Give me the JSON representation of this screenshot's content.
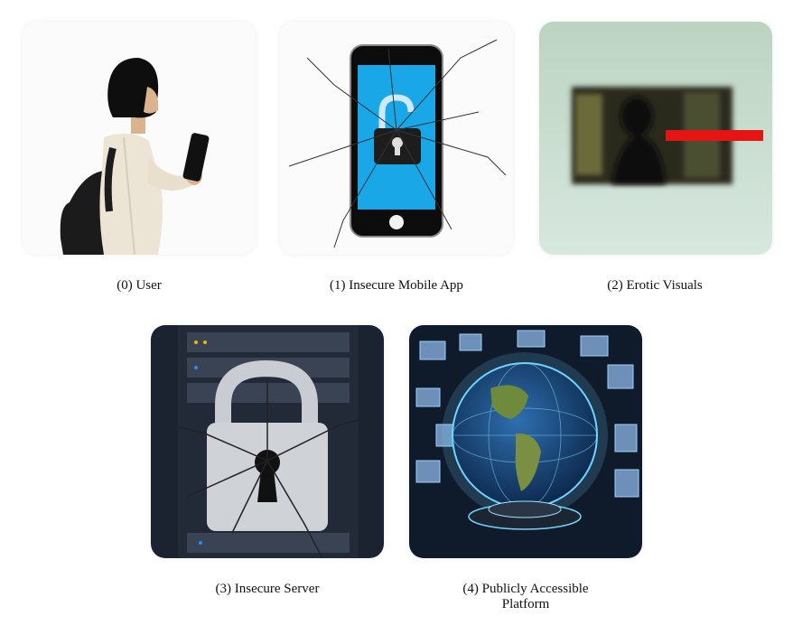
{
  "panels": [
    {
      "caption": "(0) User",
      "icon": "person-with-phone"
    },
    {
      "caption": "(1) Insecure Mobile App",
      "icon": "cracked-phone-unlocked-padlock"
    },
    {
      "caption": "(2) Erotic Visuals",
      "icon": "blurred-censored-image"
    },
    {
      "caption": "(3) Insecure Server",
      "icon": "server-rack-broken-padlock"
    },
    {
      "caption": "(4) Publicly Accessible Platform",
      "icon": "holographic-globe-screens"
    }
  ],
  "colors": {
    "censor_bar": "#e51515",
    "phone_screen": "#1aa7e8",
    "globe_glow": "#6fd3ff"
  }
}
